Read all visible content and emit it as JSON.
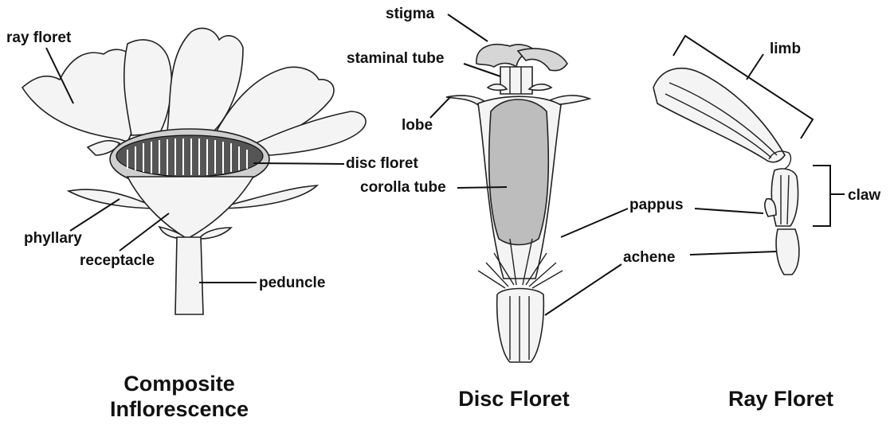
{
  "composite": {
    "caption_line1": "Composite",
    "caption_line2": "Inflorescence",
    "labels": {
      "ray_floret": "ray floret",
      "disc_floret": "disc floret",
      "phyllary": "phyllary",
      "receptacle": "receptacle",
      "peduncle": "peduncle"
    }
  },
  "disc": {
    "caption": "Disc Floret",
    "labels": {
      "stigma": "stigma",
      "staminal_tube": "staminal tube",
      "lobe": "lobe",
      "corolla_tube": "corolla tube",
      "pappus": "pappus",
      "achene": "achene"
    }
  },
  "ray": {
    "caption": "Ray Floret",
    "labels": {
      "limb": "limb",
      "claw": "claw"
    }
  }
}
